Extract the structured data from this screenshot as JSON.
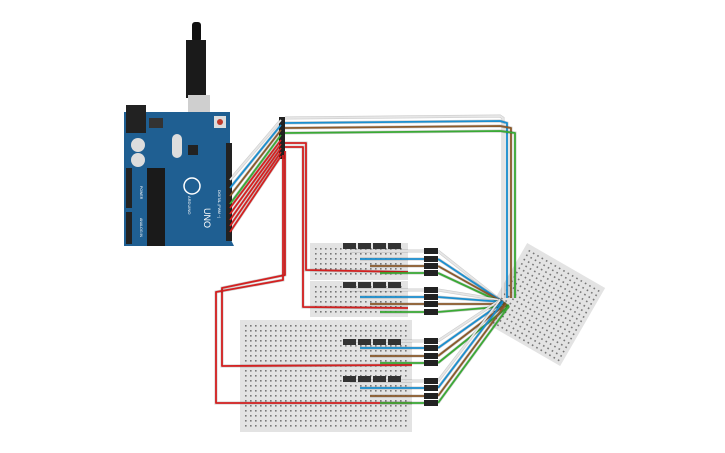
{
  "arduino": {
    "model_label": "UNO",
    "brand_label": "ARDUINO",
    "digital_label": "DIGITAL (PWM ~)",
    "power_label": "POWER",
    "analog_label": "ANALOG IN"
  },
  "colors": {
    "board": "#1f5f92",
    "wire_white": "#e6e6e6",
    "wire_blue": "#1a8fd0",
    "wire_brown": "#8b5a2b",
    "wire_green": "#3aaa35",
    "wire_red": "#d42020",
    "breadboard": "#e3e3e3"
  }
}
